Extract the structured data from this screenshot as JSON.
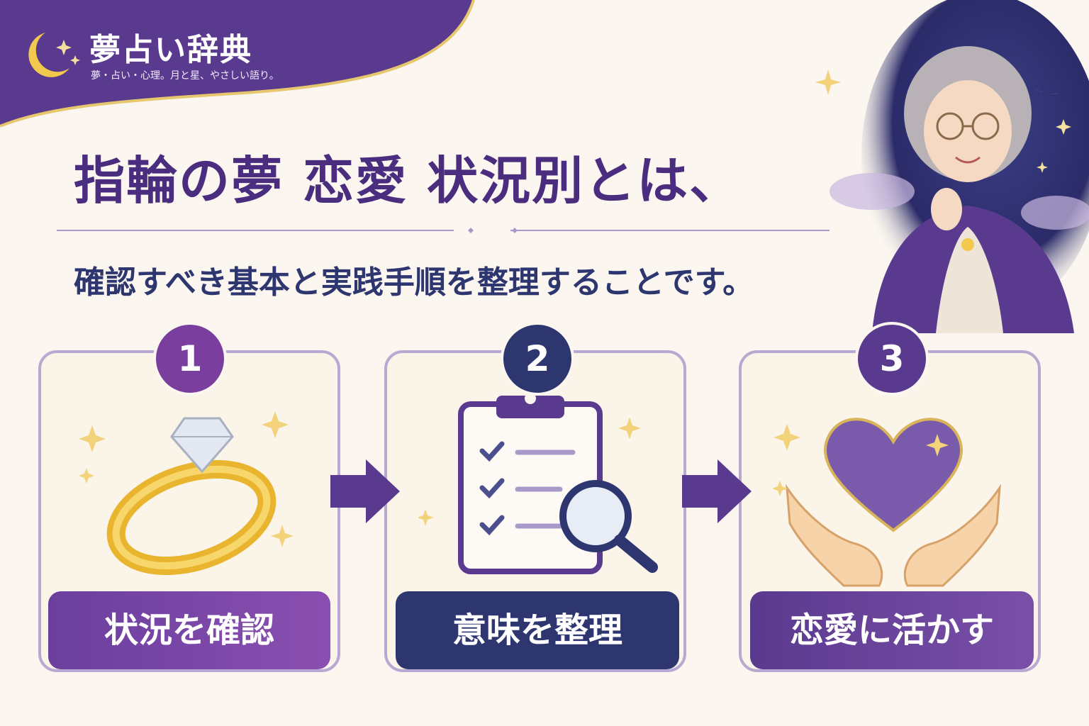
{
  "brand": {
    "title": "夢占い辞典",
    "subtitle": "夢・占い・心理。月と星、やさしい語り。"
  },
  "headline": "指輪の夢 恋愛 状況別とは、",
  "subline": "確認すべき基本と実践手順を整理することです。",
  "steps": [
    {
      "number": "1",
      "label": "状況を確認",
      "icon": "ring-icon"
    },
    {
      "number": "2",
      "label": "意味を整理",
      "icon": "clipboard-magnifier-icon"
    },
    {
      "number": "3",
      "label": "恋愛に活かす",
      "icon": "heart-hands-icon"
    }
  ],
  "colors": {
    "purple_dark": "#4b2d7f",
    "purple": "#7a4fa8",
    "navy": "#2e3670",
    "gold": "#f2c94c",
    "card_border": "#b9a8d2"
  }
}
